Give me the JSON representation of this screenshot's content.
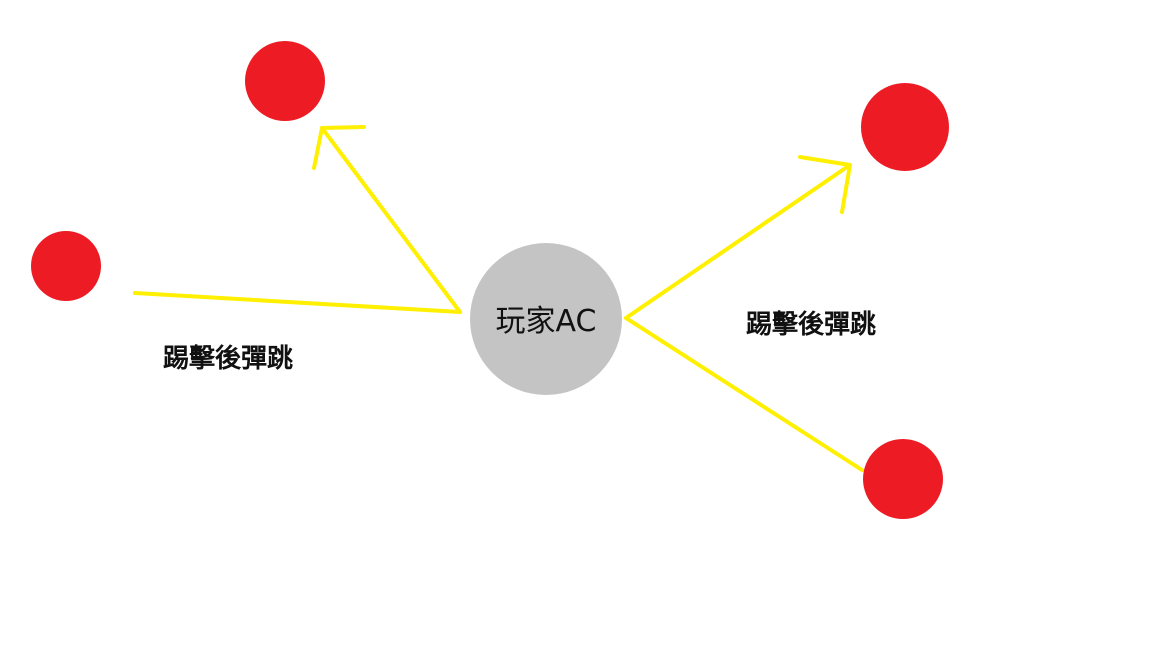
{
  "player": {
    "label": "玩家AC"
  },
  "labels": {
    "left": "踢擊後彈跳",
    "right": "踢擊後彈跳"
  },
  "colors": {
    "player": "#c4c4c4",
    "ball": "#ed1c24",
    "arrow": "#ffef00",
    "text": "#111111",
    "background": "#ffffff"
  }
}
